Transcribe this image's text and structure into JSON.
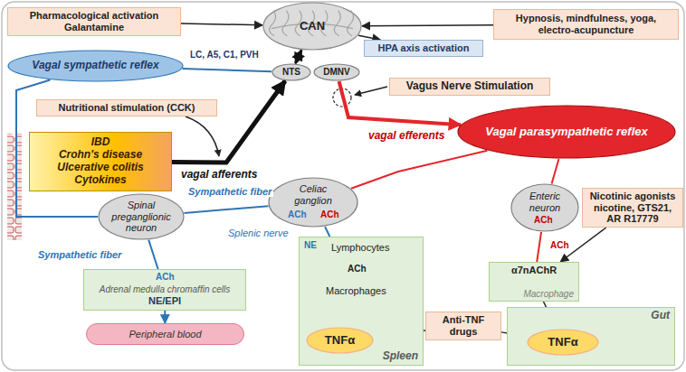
{
  "diagram": {
    "nodes": [
      {
        "text": [
          "Pharmacological activation Galantamine"
        ]
      },
      {
        "text": [
          "Hypnosis, mindfulness, yoga, electro-acupuncture"
        ]
      },
      {
        "text": [
          "CAN"
        ]
      },
      {
        "text": [
          "NTS"
        ]
      },
      {
        "text": [
          "DMNV"
        ]
      },
      {
        "text": [
          "HPA axis activation"
        ]
      },
      {
        "text": [
          "Vagal sympathetic reflex"
        ]
      },
      {
        "text": [
          "Vagus Nerve Stimulation"
        ]
      },
      {
        "text": [
          "Nutritional stimulation (CCK)"
        ]
      },
      {
        "text": [
          "IBD",
          "Crohn's disease",
          "Ulcerative colitis",
          "Cytokines"
        ]
      },
      {
        "text": [
          "Vagal parasympathetic reflex"
        ]
      },
      {
        "text": [
          "Spinal preganglionic neuron"
        ]
      },
      {
        "text": [
          "Celiac ganglion"
        ]
      },
      {
        "text": [
          "Enteric neuron"
        ]
      },
      {
        "text": [
          "Nicotinic agonists",
          "nicotine, GTS21, AR R17779"
        ]
      },
      {
        "text": [
          "Spleen"
        ]
      },
      {
        "text": [
          "TNFα"
        ],
        "in": 15
      },
      {
        "text": [
          "α7nAChR",
          "Macrophage"
        ]
      },
      {
        "text": [
          "Anti-TNF drugs"
        ]
      },
      {
        "text": [
          "Gut"
        ]
      },
      {
        "text": [
          "TNFα"
        ],
        "in": 19
      },
      {
        "text": [
          "Adrenal medulla chromaffin cells",
          "NE/EPI"
        ]
      },
      {
        "text": [
          "Peripheral blood"
        ]
      }
    ],
    "edges": [
      {
        "from": 0,
        "to": 2,
        "arrow": "to"
      },
      {
        "from": 1,
        "to": 2,
        "arrow": "to"
      },
      {
        "from": 2,
        "to": 5,
        "arrow": "to"
      },
      {
        "from": 2,
        "to": 3,
        "arrow": "both"
      },
      {
        "from": 6,
        "to": 3,
        "label": "LC, A5, C1, PVH",
        "arrow": "none"
      },
      {
        "from": 6,
        "to": 11,
        "arrow": "none"
      },
      {
        "from": 9,
        "to": 3,
        "label": "vagal afferents",
        "arrow": "to"
      },
      {
        "from": 4,
        "to": 10,
        "label": "vagal efferents",
        "arrow": "to"
      },
      {
        "from": 10,
        "to": 12,
        "arrow": "none"
      },
      {
        "from": 10,
        "to": 13,
        "arrow": "none"
      },
      {
        "from": 11,
        "to": 12,
        "label": "Sympathetic fiber",
        "arrow": "none"
      },
      {
        "from": 11,
        "to": 21,
        "label": "Sympathetic fiber",
        "arrow": "none"
      },
      {
        "from": 12,
        "to": 15,
        "label": "Splenic nerve",
        "arrow": "none"
      },
      {
        "from": 13,
        "to": 17,
        "arrow": "none"
      },
      {
        "from": 14,
        "to": 17,
        "arrow": "to"
      },
      {
        "from": 18,
        "to": 16,
        "arrow": "to"
      },
      {
        "from": 18,
        "to": 20,
        "arrow": "to"
      },
      {
        "from": 17,
        "to": 20,
        "arrow": "to"
      },
      {
        "from": 21,
        "to": 22,
        "arrow": "to"
      }
    ],
    "labels": [
      "ACh",
      "ACh",
      "NE",
      "Lymphocytes",
      "ACh",
      "Macrophages",
      "ACh",
      "ACh",
      "ACh"
    ]
  }
}
